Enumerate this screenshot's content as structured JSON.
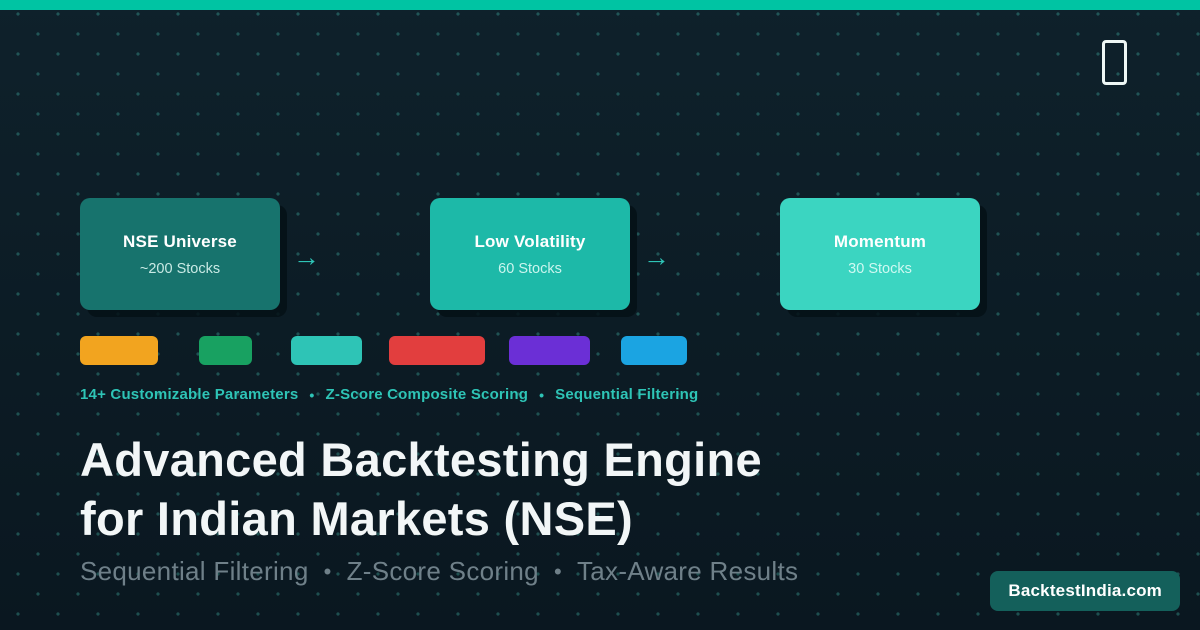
{
  "topbar": {
    "color": "#00c4a3"
  },
  "icons": {
    "top_right": "missing-glyph-box"
  },
  "pipeline": {
    "arrow": "→",
    "stages": [
      {
        "title": "NSE Universe",
        "subtitle": "~200 Stocks",
        "color": "#17736d"
      },
      {
        "title": "Low Volatility",
        "subtitle": "60 Stocks",
        "color": "#1db9a8"
      },
      {
        "title": "Momentum",
        "subtitle": "30 Stocks",
        "color": "#3bd5c1"
      }
    ]
  },
  "parameter_swatches": [
    {
      "name": "orange",
      "color": "#f2a41f"
    },
    {
      "name": "green",
      "color": "#18a161"
    },
    {
      "name": "teal",
      "color": "#2ec4b6"
    },
    {
      "name": "red",
      "color": "#e23e3e"
    },
    {
      "name": "purple",
      "color": "#6b2fd6"
    },
    {
      "name": "blue",
      "color": "#1ba4e2"
    }
  ],
  "features": {
    "color": "#2ec4b6",
    "bullet": "•",
    "items": [
      "14+ Customizable Parameters",
      "Z-Score Composite Scoring",
      "Sequential Filtering"
    ]
  },
  "headline": {
    "line1": "Advanced Backtesting Engine",
    "line2": "for Indian Markets (NSE)"
  },
  "subheadline": {
    "bullet": "•",
    "items": [
      "Sequential Filtering",
      "Z-Score Scoring",
      "Tax-Aware Results"
    ]
  },
  "badge": {
    "label": "BacktestIndia.com",
    "color": "#14605b"
  }
}
